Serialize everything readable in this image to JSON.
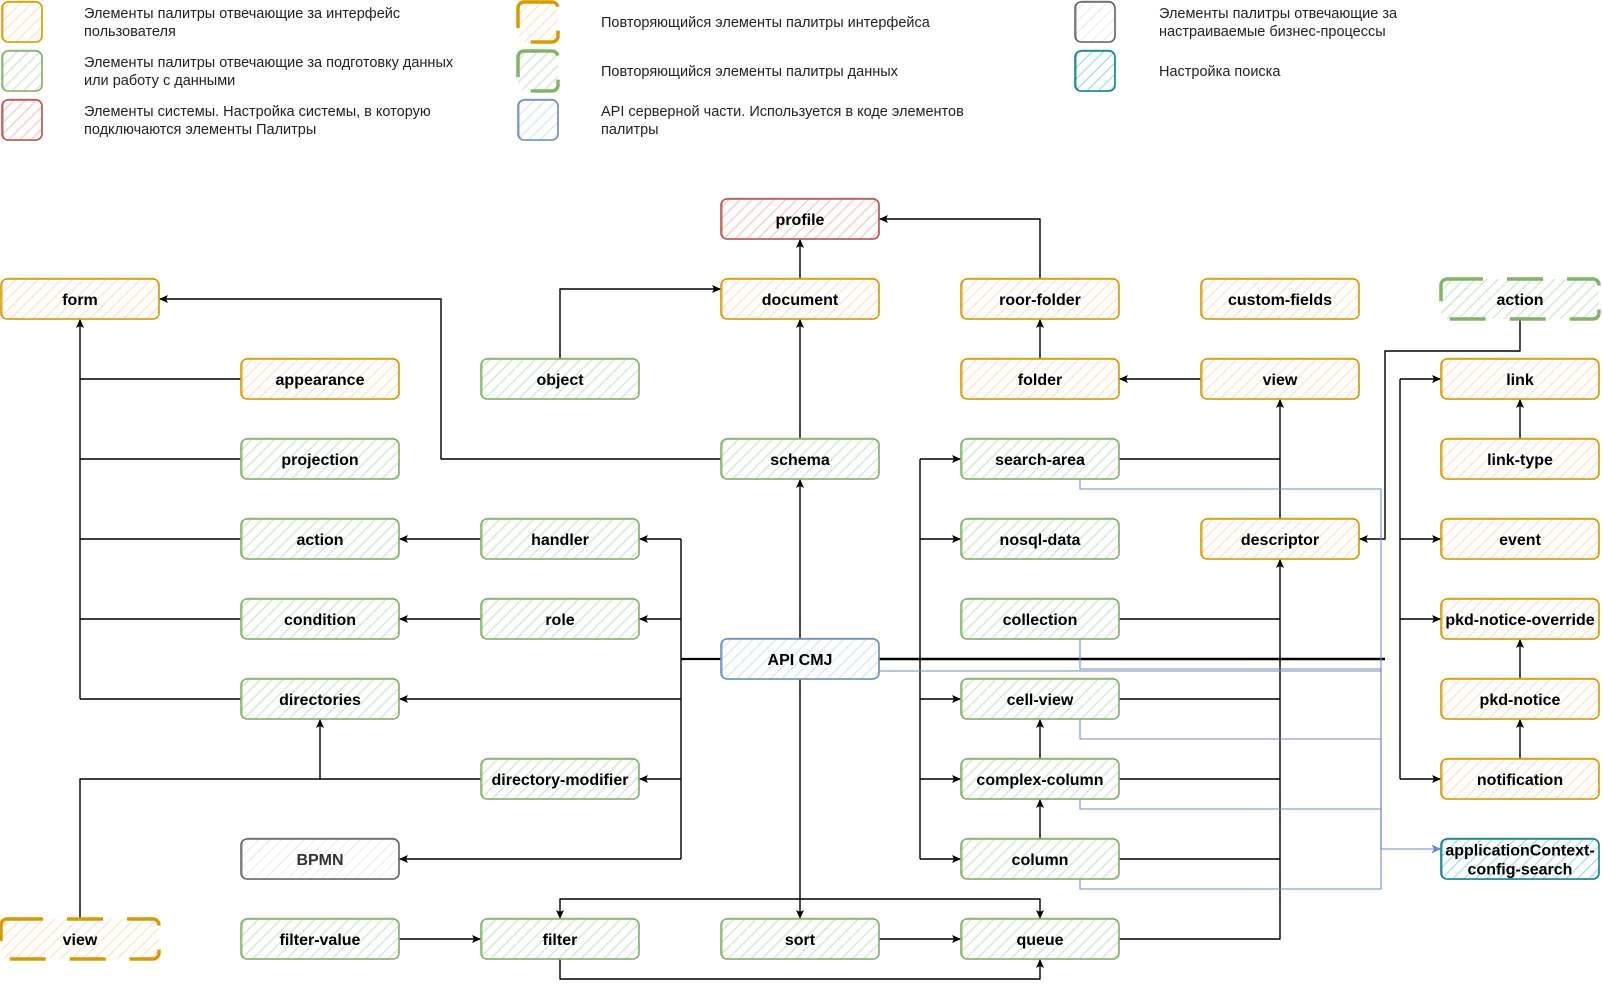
{
  "colors": {
    "ui": {
      "stroke": "#d79b00",
      "fill": "#ffe6cc"
    },
    "data": {
      "stroke": "#82b366",
      "fill": "#d5e8d4"
    },
    "system": {
      "stroke": "#b85450",
      "fill": "#f8cecc"
    },
    "api": {
      "stroke": "#6c8ebf",
      "fill": "#dae8fc"
    },
    "bp": {
      "stroke": "#666666",
      "fill": "#f5f5f5"
    },
    "search": {
      "stroke": "#0e8088",
      "fill": "#b0e3e6"
    },
    "edge": "#000000",
    "edge_blue": "#6c8ebf"
  },
  "legend": [
    {
      "style": "ui",
      "dashed": false,
      "text": [
        "Элементы палитры отвечающие за интерфейс",
        "пользователя"
      ]
    },
    {
      "style": "data",
      "dashed": false,
      "text": [
        "Элементы палитры отвечающие за подготовку данных",
        "или работу с данными"
      ]
    },
    {
      "style": "system",
      "dashed": false,
      "text": [
        "Элементы системы. Настройка системы, в которую",
        "подключаются элементы Палитры"
      ]
    },
    {
      "style": "ui",
      "dashed": true,
      "text": [
        "Повторяющийся элементы палитры интерфейса"
      ]
    },
    {
      "style": "data",
      "dashed": true,
      "text": [
        "Повторяющийся элементы палитры данных"
      ]
    },
    {
      "style": "api",
      "dashed": false,
      "text": [
        "API серверной части. Используется в коде элементов",
        "палитры"
      ]
    },
    {
      "style": "bp",
      "dashed": false,
      "text": [
        "Элементы палитры отвечающие за",
        "настраиваемые бизнес-процессы"
      ]
    },
    {
      "style": "search",
      "dashed": false,
      "text": [
        "Настройка поиска"
      ]
    }
  ],
  "nodes": [
    {
      "id": "profile",
      "label": [
        "profile"
      ],
      "style": "system"
    },
    {
      "id": "form",
      "label": [
        "form"
      ],
      "style": "ui"
    },
    {
      "id": "document",
      "label": [
        "document"
      ],
      "style": "ui"
    },
    {
      "id": "roor-folder",
      "label": [
        "roor-folder"
      ],
      "style": "ui"
    },
    {
      "id": "custom-fields",
      "label": [
        "custom-fields"
      ],
      "style": "ui"
    },
    {
      "id": "action-top",
      "label": [
        "action"
      ],
      "style": "data",
      "dashed": true
    },
    {
      "id": "appearance",
      "label": [
        "appearance"
      ],
      "style": "ui"
    },
    {
      "id": "object",
      "label": [
        "object"
      ],
      "style": "data"
    },
    {
      "id": "folder",
      "label": [
        "folder"
      ],
      "style": "ui"
    },
    {
      "id": "view",
      "label": [
        "view"
      ],
      "style": "ui"
    },
    {
      "id": "link",
      "label": [
        "link"
      ],
      "style": "ui"
    },
    {
      "id": "projection",
      "label": [
        "projection"
      ],
      "style": "data"
    },
    {
      "id": "schema",
      "label": [
        "schema"
      ],
      "style": "data"
    },
    {
      "id": "search-area",
      "label": [
        "search-area"
      ],
      "style": "data"
    },
    {
      "id": "link-type",
      "label": [
        "link-type"
      ],
      "style": "ui"
    },
    {
      "id": "action",
      "label": [
        "action"
      ],
      "style": "data"
    },
    {
      "id": "handler",
      "label": [
        "handler"
      ],
      "style": "data"
    },
    {
      "id": "nosql-data",
      "label": [
        "nosql-data"
      ],
      "style": "data"
    },
    {
      "id": "descriptor",
      "label": [
        "descriptor"
      ],
      "style": "ui"
    },
    {
      "id": "event",
      "label": [
        "event"
      ],
      "style": "ui"
    },
    {
      "id": "condition",
      "label": [
        "condition"
      ],
      "style": "data"
    },
    {
      "id": "role",
      "label": [
        "role"
      ],
      "style": "data"
    },
    {
      "id": "collection",
      "label": [
        "collection"
      ],
      "style": "data"
    },
    {
      "id": "pkd-notice-override",
      "label": [
        "pkd-notice-override"
      ],
      "style": "ui"
    },
    {
      "id": "api-cmj",
      "label": [
        "API CMJ"
      ],
      "style": "api"
    },
    {
      "id": "directories",
      "label": [
        "directories"
      ],
      "style": "data"
    },
    {
      "id": "cell-view",
      "label": [
        "cell-view"
      ],
      "style": "data"
    },
    {
      "id": "pkd-notice",
      "label": [
        "pkd-notice"
      ],
      "style": "ui"
    },
    {
      "id": "directory-modifier",
      "label": [
        "directory-modifier"
      ],
      "style": "data"
    },
    {
      "id": "complex-column",
      "label": [
        "complex-column"
      ],
      "style": "data"
    },
    {
      "id": "notification",
      "label": [
        "notification"
      ],
      "style": "ui"
    },
    {
      "id": "bpmn",
      "label": [
        "BPMN"
      ],
      "style": "bp"
    },
    {
      "id": "column",
      "label": [
        "column"
      ],
      "style": "data"
    },
    {
      "id": "app-search",
      "label": [
        "applicationContext-",
        "config-search"
      ],
      "style": "search"
    },
    {
      "id": "view-bottom",
      "label": [
        "view"
      ],
      "style": "ui",
      "dashed": true
    },
    {
      "id": "filter-value",
      "label": [
        "filter-value"
      ],
      "style": "data"
    },
    {
      "id": "filter",
      "label": [
        "filter"
      ],
      "style": "data"
    },
    {
      "id": "sort",
      "label": [
        "sort"
      ],
      "style": "data"
    },
    {
      "id": "queue",
      "label": [
        "queue"
      ],
      "style": "data"
    }
  ]
}
